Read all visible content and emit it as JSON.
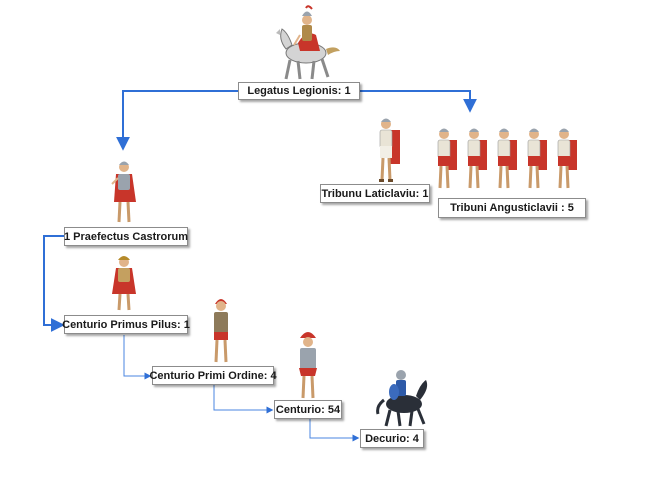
{
  "colors": {
    "connector": "#2f6fd6",
    "box_border": "#8c8c8c",
    "tunic_red": "#c8352a",
    "armor_steel": "#9aa3ad",
    "horse_grey": "#cfcfcf",
    "horse_dark": "#2a2f38"
  },
  "nodes": {
    "legatus": "Legatus Legionis: 1",
    "tribunus_laticlavius": "Tribunu Laticlaviu: 1",
    "tribuni_angusticlavii": "Tribuni Angusticlavii : 5",
    "praefectus": "1 Praefectus Castrorum",
    "primus_pilus": "Centurio Primus Pilus: 1",
    "primi_ordine": "Centurio Primi Ordine: 4",
    "centurio": "Centurio: 54",
    "decurio": "Decurio: 4"
  },
  "icons": {
    "legatus": "mounted-legate-icon",
    "tribune": "tribune-soldier-icon",
    "praefectus": "praefectus-soldier-icon",
    "centurion": "centurion-soldier-icon",
    "decurio": "cavalry-rider-icon"
  }
}
